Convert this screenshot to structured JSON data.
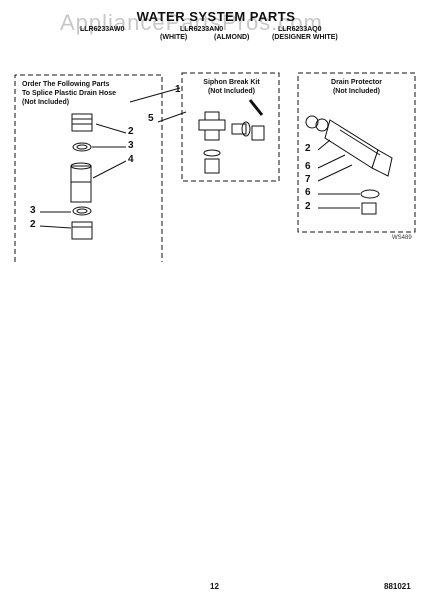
{
  "header": {
    "watermark": "AppliancePartsPros.com",
    "title": "WATER SYSTEM PARTS",
    "models": [
      "LLR6233AW0",
      "LLR6233AN0",
      "LLR6233AQ0"
    ],
    "variants": [
      "(WHITE)",
      "(ALMOND)",
      "(DESIGNER WHITE)"
    ]
  },
  "panels": {
    "splice": {
      "title_lines": [
        "Order The Following Parts",
        "To Splice Plastic Drain Hose",
        "(Not Included)"
      ],
      "callouts": [
        "2",
        "3",
        "4",
        "3",
        "2"
      ]
    },
    "siphon": {
      "title_lines": [
        "Siphon Break Kit",
        "(Not Included)"
      ]
    },
    "drain": {
      "title_lines": [
        "Drain Protector",
        "(Not Included)"
      ],
      "callouts": [
        "2",
        "6",
        "7",
        "6",
        "2"
      ],
      "code": "WS489"
    },
    "leader_callouts": [
      "1",
      "5"
    ]
  },
  "footer": {
    "page_number": "12",
    "doc_number": "881021"
  },
  "colors": {
    "line": "#111111",
    "watermark": "#c8c8c8"
  }
}
